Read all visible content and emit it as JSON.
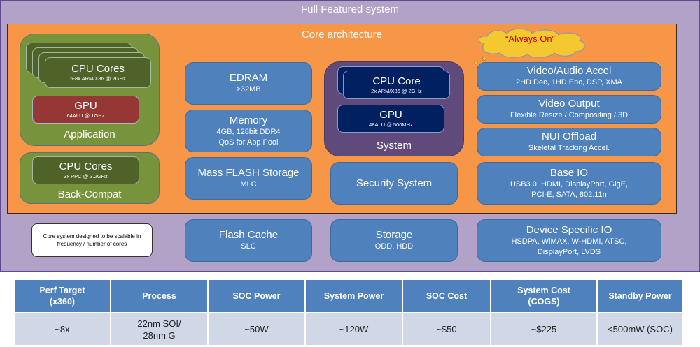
{
  "outer": {
    "title": "Full Featured system"
  },
  "core": {
    "title": "Core architecture"
  },
  "application": {
    "label": "Application",
    "cpu": {
      "title": "CPU Cores",
      "detail": "6-8x ARM/X86 @ 2GHz"
    },
    "gpu": {
      "title": "GPU",
      "detail": "64ALU @ 1GHz"
    }
  },
  "back_compat": {
    "label": "Back-Compat",
    "cpu": {
      "title": "CPU Cores",
      "detail": "3x PPC @ 3.2GHz"
    }
  },
  "memory_column": [
    {
      "title": "EDRAM",
      "lines": [
        ">32MB"
      ]
    },
    {
      "title": "Memory",
      "lines": [
        "4GB, 128bit DDR4",
        "QoS for App Pool"
      ]
    },
    {
      "title": "Mass FLASH Storage",
      "lines": [
        "MLC"
      ]
    }
  ],
  "system": {
    "label": "System",
    "cpu": {
      "title": "CPU Core",
      "detail": "2x ARM/X86 @ 2GHz"
    },
    "gpu": {
      "title": "GPU",
      "detail": "48ALU @ 500MHz"
    }
  },
  "security": {
    "title": "Security System"
  },
  "always_on": {
    "text": "“Always On”"
  },
  "io_column": [
    {
      "title": "Video/Audio Accel",
      "lines": [
        "2HD Dec, 1HD Enc, DSP, XMA"
      ]
    },
    {
      "title": "Video Output",
      "lines": [
        "Flexible Resize / Compositing / 3D"
      ]
    },
    {
      "title": "NUI Offload",
      "lines": [
        "Skeletal Tracking Accel."
      ]
    },
    {
      "title": "Base IO",
      "lines": [
        "USB3.0, HDMI, DisplayPort, GigE,",
        "PCI-E, SATA, 802.11n"
      ]
    }
  ],
  "external": {
    "note": "Core system designed to be scalable in frequency / number of cores",
    "flash_cache": {
      "title": "Flash Cache",
      "lines": [
        "SLC"
      ]
    },
    "storage": {
      "title": "Storage",
      "lines": [
        "ODD, HDD"
      ]
    },
    "device_io": {
      "title": "Device Specific IO",
      "lines": [
        "HSDPA, WiMAX, W-HDMI, ATSC,",
        "DisplayPort, LVDS"
      ]
    }
  },
  "specs_table": {
    "headers": [
      "Perf Target (x360)",
      "Process",
      "SOC Power",
      "System Power",
      "SOC Cost",
      "System Cost (COGS)",
      "Standby Power"
    ],
    "values": [
      "~8x",
      "22nm SOI/ 28nm G",
      "~50W",
      "~120W",
      "~$50",
      "~$225",
      "<500mW (SOC)"
    ]
  },
  "colors": {
    "outer_bg": "#b3a2c7",
    "core_bg": "#f79646",
    "green": "#77933c",
    "dark_green": "#4f6228",
    "red": "#953735",
    "blue": "#4f81bd",
    "purple": "#604a7b",
    "navy": "#002060",
    "cloud": "#f5c830",
    "cloud_text": "#c00000",
    "table_header": "#4f81bd",
    "table_cell": "#d0d8e8"
  }
}
